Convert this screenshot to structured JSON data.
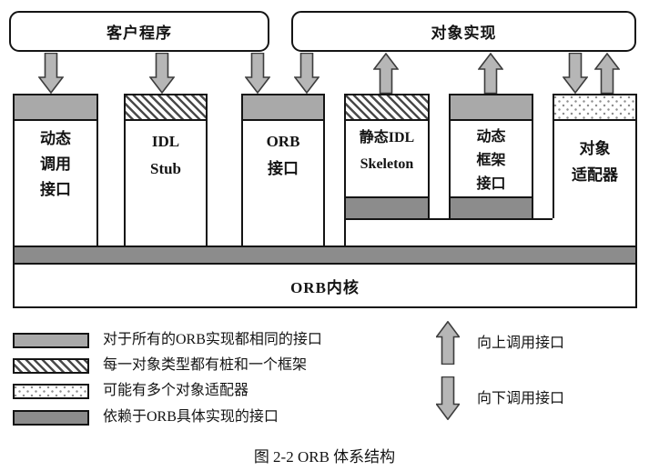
{
  "diagram": {
    "client_label": "客户程序",
    "object_impl_label": "对象实现",
    "components": [
      {
        "name": "dynamic-invocation-interface",
        "header": "common",
        "lines": [
          "动态",
          "调用",
          "接口"
        ]
      },
      {
        "name": "idl-stub",
        "header": "per-type",
        "lines": [
          "IDL",
          "Stub"
        ]
      },
      {
        "name": "orb-interface",
        "header": "common",
        "lines": [
          "ORB",
          "接口"
        ]
      },
      {
        "name": "static-idl-skeleton",
        "header": "per-type",
        "lines": [
          "静态IDL",
          "Skeleton"
        ],
        "footer": "orb-dependent"
      },
      {
        "name": "dynamic-skeleton-interface",
        "header": "common",
        "lines": [
          "动态",
          "框架",
          "接口"
        ],
        "footer": "orb-dependent"
      },
      {
        "name": "object-adapter",
        "header": "adapter",
        "lines": [
          "对象",
          "适配器"
        ]
      }
    ],
    "orb_core_label": "ORB内核"
  },
  "legend": {
    "items": [
      {
        "swatch": "common",
        "label": "对于所有的ORB实现都相同的接口"
      },
      {
        "swatch": "per-type",
        "label": "每一对象类型都有桩和一个框架"
      },
      {
        "swatch": "adapter",
        "label": "可能有多个对象适配器"
      },
      {
        "swatch": "orb-dependent",
        "label": "依赖于ORB具体实现的接口"
      }
    ],
    "arrow_items": [
      {
        "direction": "up",
        "label": "向上调用接口"
      },
      {
        "direction": "down",
        "label": "向下调用接口"
      }
    ]
  },
  "caption": "图 2-2 ORB 体系结构",
  "colors": {
    "box_header_gray": "#a9a9a9",
    "orb_dependent_gray": "#8c8c8c",
    "arrow_fill": "#b6b6b6",
    "arrow_outline": "#3c3c3c",
    "border_black": "#141414"
  }
}
